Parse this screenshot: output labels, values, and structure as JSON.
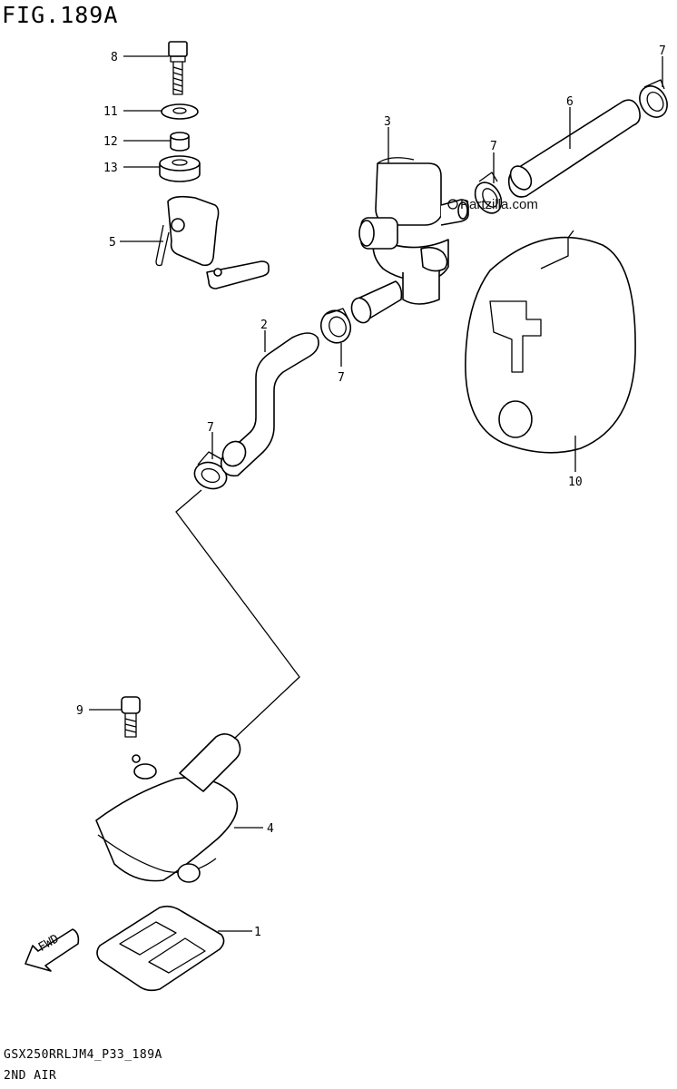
{
  "figure": {
    "title": "FIG.189A",
    "diagram_code": "GSX250RRLJM4_P33_189A",
    "section_name": "2ND AIR",
    "watermark": "Partzilla.com",
    "direction_label": "FWD"
  },
  "callouts": [
    {
      "id": "c8",
      "text": "8"
    },
    {
      "id": "c11",
      "text": "11"
    },
    {
      "id": "c12",
      "text": "12"
    },
    {
      "id": "c13",
      "text": "13"
    },
    {
      "id": "c5",
      "text": "5"
    },
    {
      "id": "c3",
      "text": "3"
    },
    {
      "id": "c6",
      "text": "6"
    },
    {
      "id": "c7a",
      "text": "7"
    },
    {
      "id": "c7b",
      "text": "7"
    },
    {
      "id": "c7c",
      "text": "7"
    },
    {
      "id": "c7d",
      "text": "7"
    },
    {
      "id": "c2",
      "text": "2"
    },
    {
      "id": "c10",
      "text": "10"
    },
    {
      "id": "c9",
      "text": "9"
    },
    {
      "id": "c4",
      "text": "4"
    },
    {
      "id": "c1",
      "text": "1"
    }
  ]
}
